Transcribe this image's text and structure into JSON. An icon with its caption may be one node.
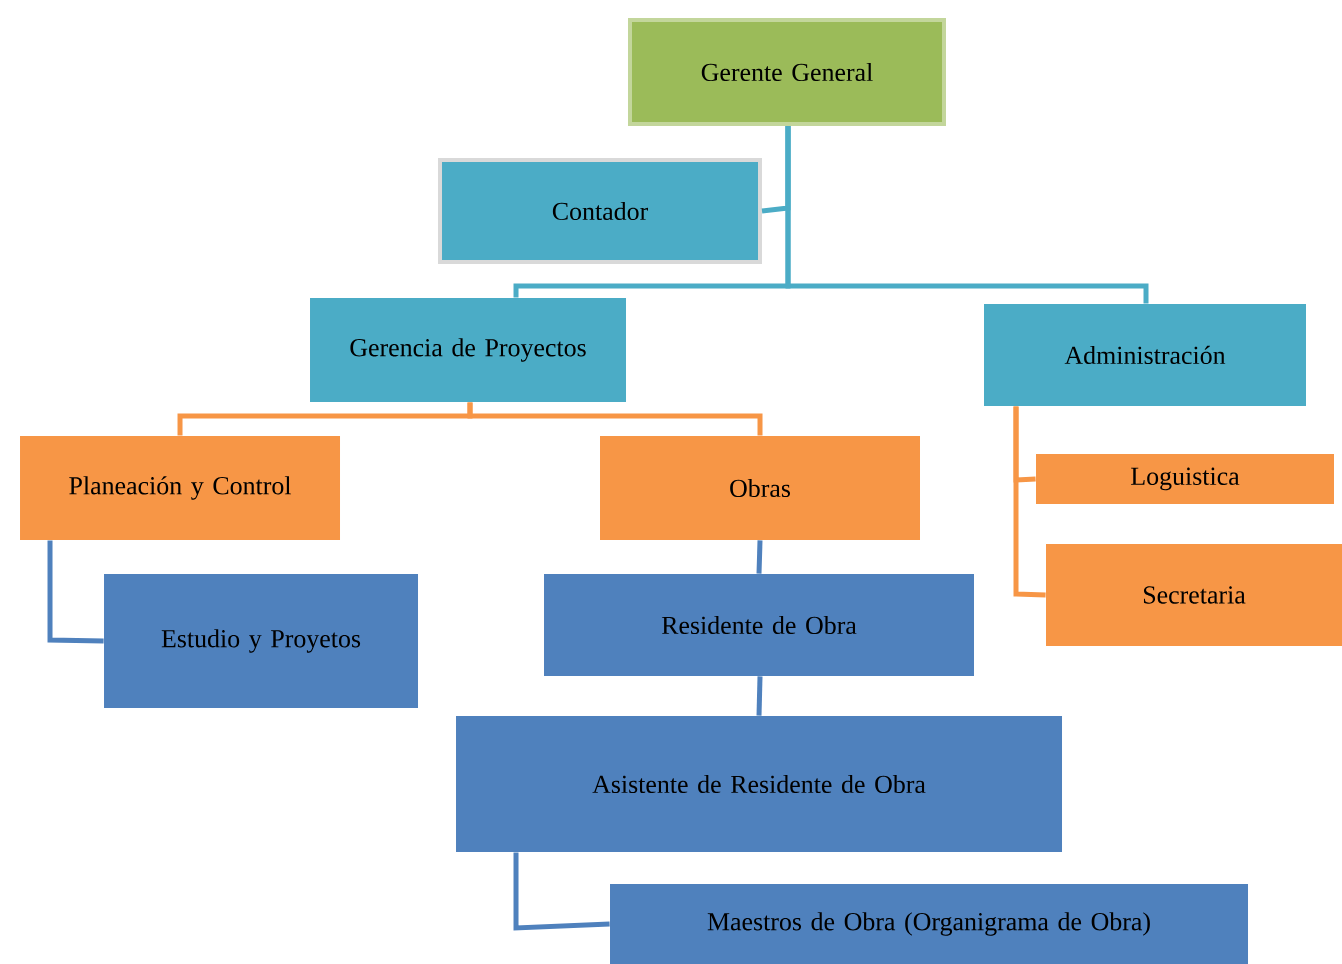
{
  "diagram": {
    "nodes": [
      {
        "text": [
          "Gerente General"
        ]
      },
      {
        "text": [
          "Contador"
        ]
      },
      {
        "text": [
          "Gerencia de Proyectos"
        ]
      },
      {
        "text": [
          "Administración"
        ]
      },
      {
        "text": [
          "Planeación y Control"
        ]
      },
      {
        "text": [
          "Obras"
        ]
      },
      {
        "text": [
          "Loguistica"
        ]
      },
      {
        "text": [
          "Secretaria"
        ]
      },
      {
        "text": [
          "Estudio y Proyetos"
        ]
      },
      {
        "text": [
          "Residente de Obra"
        ]
      },
      {
        "text": [
          "Asistente de Residente de Obra"
        ]
      },
      {
        "text": [
          "Maestros de Obra (Organigrama de Obra)"
        ]
      }
    ],
    "edges": [
      {
        "from": 0,
        "to": 1,
        "arrow": "none",
        "color": "#4bacc6"
      },
      {
        "from": 0,
        "to": 2,
        "arrow": "none",
        "color": "#4bacc6"
      },
      {
        "from": 0,
        "to": 3,
        "arrow": "none",
        "color": "#4bacc6"
      },
      {
        "from": 2,
        "to": 4,
        "arrow": "none",
        "color": "#f79646"
      },
      {
        "from": 2,
        "to": 5,
        "arrow": "none",
        "color": "#f79646"
      },
      {
        "from": 3,
        "to": 6,
        "arrow": "none",
        "color": "#f79646"
      },
      {
        "from": 3,
        "to": 7,
        "arrow": "none",
        "color": "#f79646"
      },
      {
        "from": 4,
        "to": 8,
        "arrow": "none",
        "color": "#4f81bd"
      },
      {
        "from": 5,
        "to": 9,
        "arrow": "none",
        "color": "#4f81bd"
      },
      {
        "from": 9,
        "to": 10,
        "arrow": "none",
        "color": "#4f81bd"
      },
      {
        "from": 10,
        "to": 11,
        "arrow": "none",
        "color": "#4f81bd"
      }
    ]
  }
}
